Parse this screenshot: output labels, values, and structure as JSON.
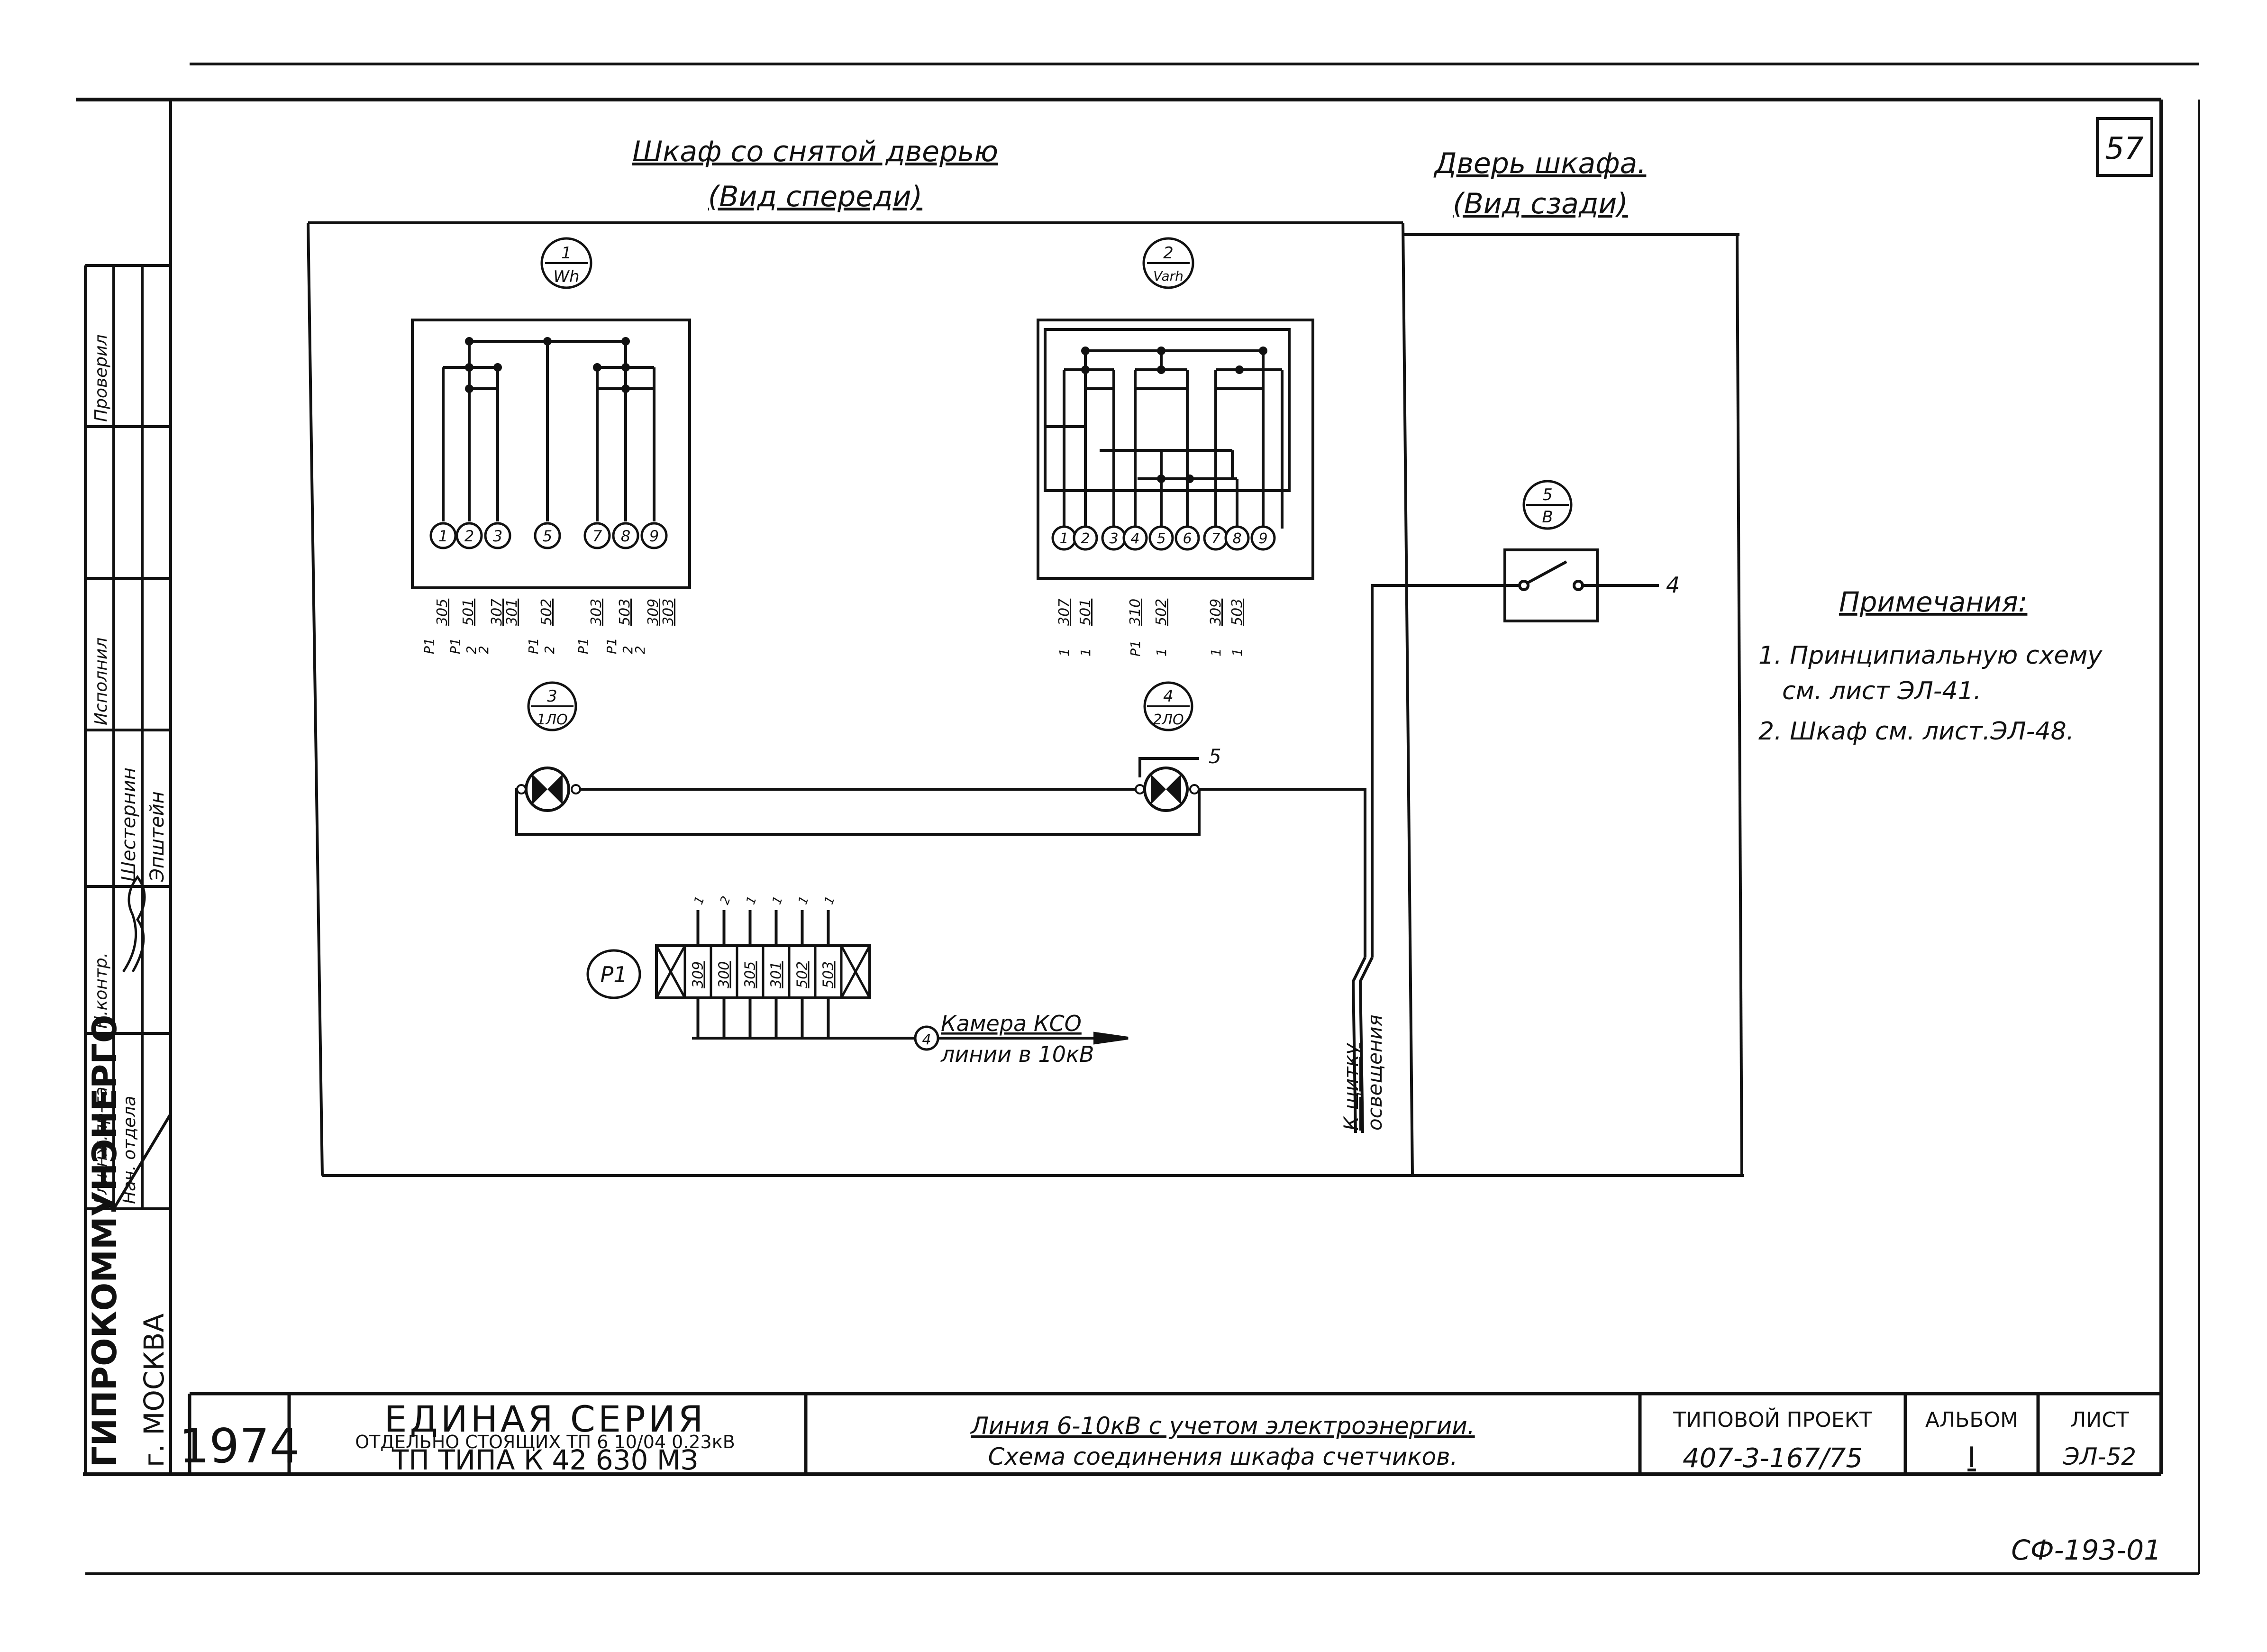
{
  "sheet_number": "57",
  "headings": {
    "cabinet_front_line1": "Шкаф со снятой дверью",
    "cabinet_front_line2": "(Вид спереди)",
    "door_back_line1": "Дверь шкафа.",
    "door_back_line2": "(Вид сзади)"
  },
  "devices": {
    "wh_num": "1",
    "wh_label": "Wh",
    "varh_num": "2",
    "varh_label": "Varh",
    "lamp1_num": "3",
    "lamp1_label": "1ЛО",
    "lamp2_num": "4",
    "lamp2_label": "2ЛО",
    "switch_num": "5",
    "switch_label": "В",
    "switch_out": "4",
    "lamp_wire": "5",
    "terminal_label": "P1"
  },
  "meter1": {
    "terminals": [
      "1",
      "2",
      "3",
      "5",
      "7",
      "8",
      "9"
    ],
    "wires": [
      "305",
      "501",
      "307",
      "502",
      "303",
      "503",
      "309"
    ],
    "wires_alt": [
      "",
      "",
      "301",
      "",
      "",
      "",
      "303"
    ],
    "marks": [
      "P1",
      "P1",
      "2",
      "P1",
      "P1",
      "P1",
      "2"
    ],
    "marks_b": [
      "",
      "2",
      "",
      "2",
      "",
      "2",
      ""
    ]
  },
  "meter2": {
    "terminals": [
      "1",
      "2",
      "3",
      "4",
      "5",
      "6",
      "7",
      "8",
      "9"
    ],
    "wires": [
      "307",
      "501",
      "310",
      "502",
      "309",
      "503"
    ],
    "marks": [
      "1",
      "1",
      "P1",
      "1",
      "1",
      "1"
    ]
  },
  "terminal_block": {
    "cells": [
      "309",
      "300",
      "305",
      "301",
      "502",
      "503"
    ],
    "tops": [
      "1",
      "2",
      "1",
      "1",
      "1",
      "1"
    ]
  },
  "annotations": {
    "to_chamber_line1": "Камера КСО",
    "to_chamber_line2": "линии в 10кВ",
    "chamber_num": "4",
    "to_lighting_line1": "К щитку",
    "to_lighting_line2": "освещения"
  },
  "notes": {
    "title": "Примечания:",
    "item1_line1": "1. Принципиальную схему",
    "item1_line2": "см. лист ЭЛ-41.",
    "item2": "2. Шкаф см. лист.ЭЛ-48."
  },
  "side_stamp": {
    "org": "ГИПРОКОММУНЭНЕРГО",
    "city": "г. МОСКВА",
    "roles": [
      "Нач. отдела",
      "Гл.инж.пр-та",
      "Н.контр.",
      "Исполнил",
      "Проверил"
    ],
    "names": [
      "Эпштейн",
      "Шестернин"
    ]
  },
  "title_block": {
    "year": "1974",
    "series_title": "ЕДИНАЯ СЕРИЯ",
    "series_sub": "ОТДЕЛЬНО СТОЯЩИХ ТП 6 10/04 0.23кВ",
    "tp_type": "ТП ТИПА К 42 630 МЗ",
    "caption1": "Линия 6-10кВ с учетом электроэнергии.",
    "caption2": "Схема соединения шкафа счетчиков.",
    "project_label": "ТИПОВОЙ ПРОЕКТ",
    "project_value": "407-3-167/75",
    "album_label": "АЛЬБОМ",
    "album_value": "I",
    "sheet_label": "ЛИСТ",
    "sheet_value": "ЭЛ-52"
  },
  "footer_code": "СФ-193-01"
}
